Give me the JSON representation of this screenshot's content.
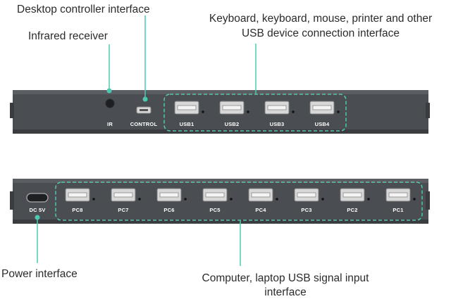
{
  "callouts": {
    "desktop_controller": "Desktop controller interface",
    "infrared": "Infrared receiver",
    "usb_devices_line1": "Keyboard, keyboard, mouse, printer and other",
    "usb_devices_line2": "USB device connection interface",
    "power": "Power interface",
    "pc_input_line1": "Computer, laptop USB signal input",
    "pc_input_line2": "interface"
  },
  "top_panel": {
    "ir_label": "IR",
    "control_label": "CONTROL",
    "usb_ports": [
      "USB1",
      "USB2",
      "USB3",
      "USB4"
    ]
  },
  "bottom_panel": {
    "power_label": "DC 5V",
    "pc_ports": [
      "PC8",
      "PC7",
      "PC6",
      "PC5",
      "PC4",
      "PC3",
      "PC2",
      "PC1"
    ]
  },
  "colors": {
    "panel": "#4a4d52",
    "panel_dark": "#3a3c40",
    "accent": "#4fc8b0",
    "port_metal": "#d8d8d8"
  }
}
